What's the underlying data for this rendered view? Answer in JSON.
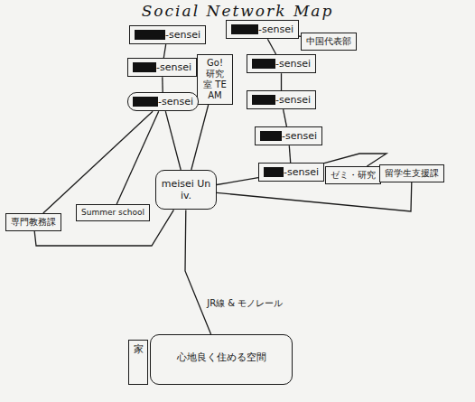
{
  "diagram": {
    "title": "Social Network Map",
    "nodes": [
      {
        "text": [
          "-sensei"
        ]
      },
      {
        "text": [
          "-sensei"
        ]
      },
      {
        "text": [
          "中国代表部"
        ]
      },
      {
        "text": [
          "-sensei"
        ]
      },
      {
        "text": [
          "Go! 研究 室 TEAM"
        ]
      },
      {
        "text": [
          "-sensei"
        ]
      },
      {
        "text": [
          "-sensei"
        ]
      },
      {
        "text": [
          "-sensei"
        ]
      },
      {
        "text": [
          "-sensei"
        ]
      },
      {
        "text": [
          "-sensei"
        ]
      },
      {
        "text": [
          "ゼミ・研究"
        ]
      },
      {
        "text": [
          "留学生支援課"
        ]
      },
      {
        "text": [
          "meisei Univ."
        ]
      },
      {
        "text": [
          "Summer school"
        ]
      },
      {
        "text": [
          "専門教務課"
        ]
      },
      {
        "text": [
          "家"
        ]
      },
      {
        "text": [
          "心地良く住める空間"
        ]
      }
    ],
    "edges": [
      {
        "from": 0,
        "to": 3,
        "arrow": "none"
      },
      {
        "from": 3,
        "to": 7,
        "arrow": "none"
      },
      {
        "from": 7,
        "to": 12,
        "arrow": "none"
      },
      {
        "from": 1,
        "to": 5,
        "arrow": "none"
      },
      {
        "from": 1,
        "to": 2,
        "arrow": "none"
      },
      {
        "from": 5,
        "to": 6,
        "arrow": "none"
      },
      {
        "from": 6,
        "to": 8,
        "arrow": "none"
      },
      {
        "from": 8,
        "to": 9,
        "arrow": "none"
      },
      {
        "from": 9,
        "to": 12,
        "arrow": "none"
      },
      {
        "from": 4,
        "to": 12,
        "arrow": "none"
      },
      {
        "from": 9,
        "to": 10,
        "arrow": "none"
      },
      {
        "from": 10,
        "to": 11,
        "arrow": "none"
      },
      {
        "from": 12,
        "to": 11,
        "arrow": "none"
      },
      {
        "from": 7,
        "to": 13,
        "arrow": "none"
      },
      {
        "from": 7,
        "to": 14,
        "arrow": "none"
      },
      {
        "from": 12,
        "to": 14,
        "arrow": "none"
      },
      {
        "from": 12,
        "to": 16,
        "label": "JR線 & モノレール",
        "arrow": "none"
      }
    ]
  }
}
